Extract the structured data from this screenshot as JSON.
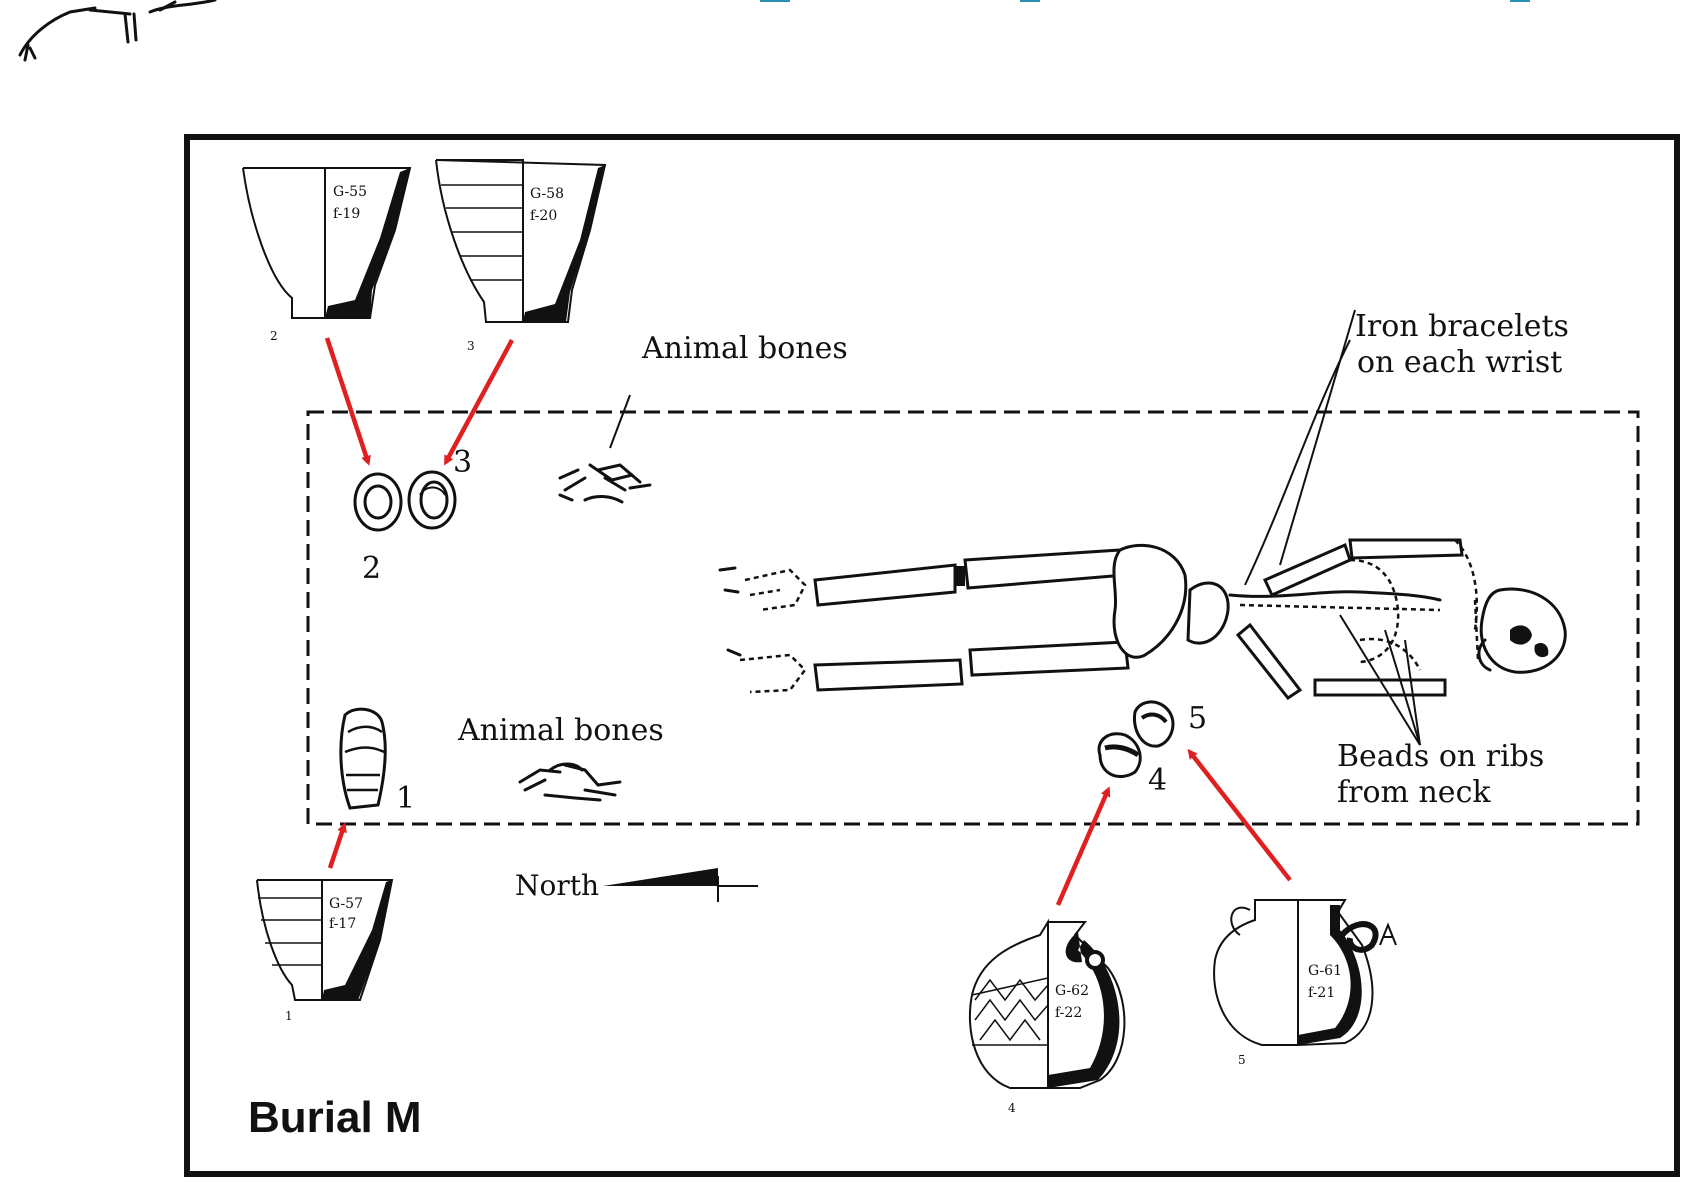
{
  "figure": {
    "title": "Burial M",
    "north_label": "North",
    "notes": {
      "animal_bones_top": "Animal bones",
      "animal_bones_bottom": "Animal bones",
      "iron_bracelets_line1": "Iron bracelets",
      "iron_bracelets_line2": "on each wrist",
      "beads_line1": "Beads on ribs",
      "beads_line2": "from neck"
    },
    "grave_numbers": [
      "1",
      "2",
      "3",
      "4",
      "5"
    ],
    "vessels": [
      {
        "id": "G-55",
        "form": "f-19",
        "number": "2"
      },
      {
        "id": "G-58",
        "form": "f-20",
        "number": "3"
      },
      {
        "id": "G-57",
        "form": "f-17",
        "number": "1"
      },
      {
        "id": "G-62",
        "form": "f-22",
        "number": "4"
      },
      {
        "id": "G-61",
        "form": "f-21",
        "number": "5"
      }
    ],
    "arrow_color": "#e02020"
  }
}
